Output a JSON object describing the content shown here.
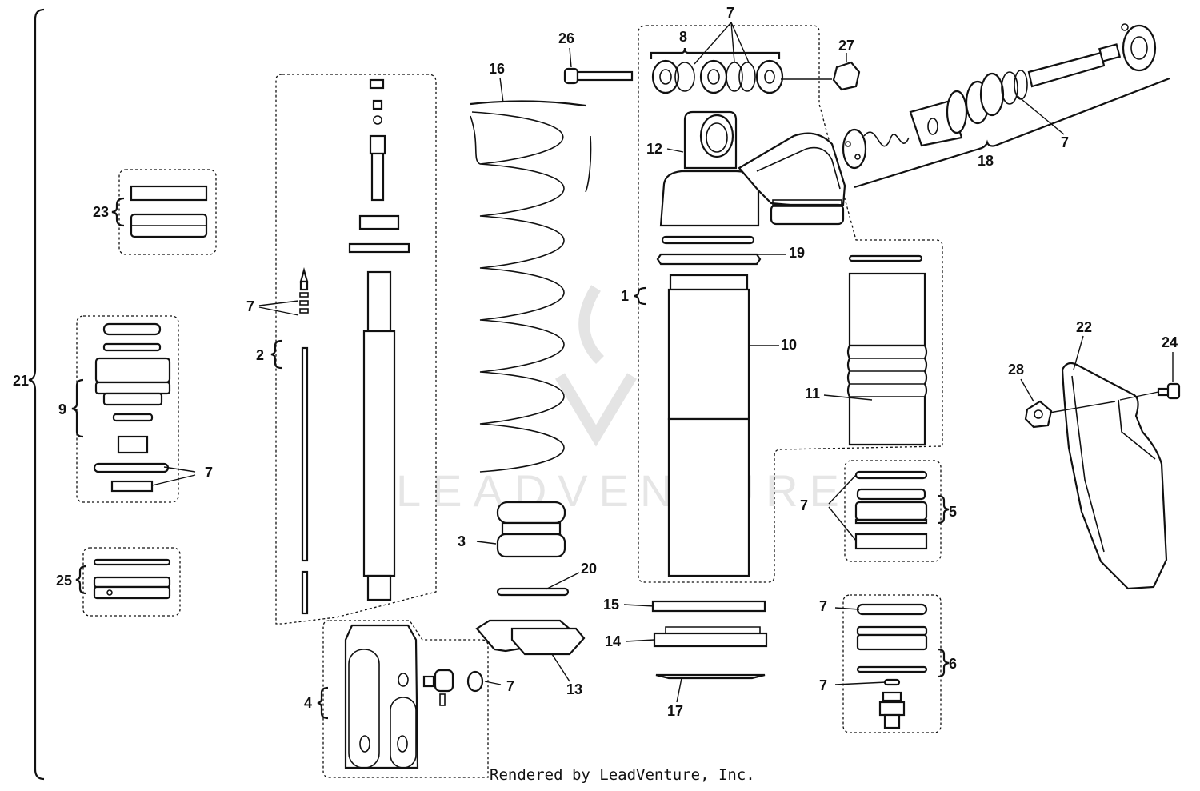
{
  "diagram": {
    "watermark": "LEADVENTURE",
    "credit": "Rendered by LeadVenture, Inc.",
    "callouts": {
      "c1": "1",
      "c2": "2",
      "c3": "3",
      "c4": "4",
      "c5": "5",
      "c6": "6",
      "c7": "7",
      "c8": "8",
      "c9": "9",
      "c10": "10",
      "c11": "11",
      "c12": "12",
      "c13": "13",
      "c14": "14",
      "c15": "15",
      "c16": "16",
      "c17": "17",
      "c18": "18",
      "c19": "19",
      "c20": "20",
      "c21": "21",
      "c22": "22",
      "c23": "23",
      "c24": "24",
      "c25": "25",
      "c26": "26",
      "c27": "27",
      "c28": "28"
    }
  }
}
